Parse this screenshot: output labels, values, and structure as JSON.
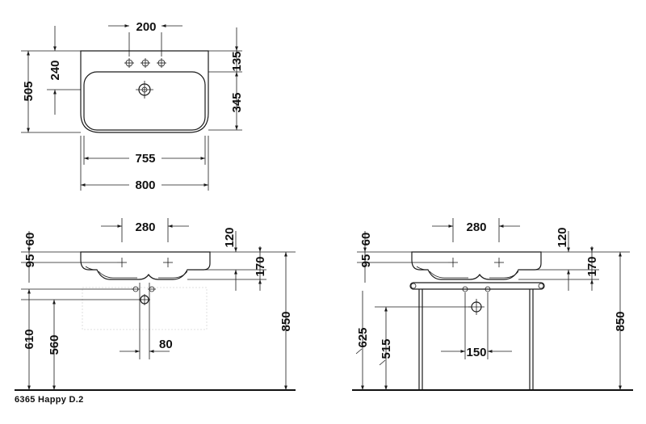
{
  "caption": "6365 Happy D.2",
  "top_view": {
    "faucet_spacing": "200",
    "to_tap_center": "240",
    "total_depth": "505",
    "rear_to_holes": "135",
    "bowl_depth": "345",
    "bowl_width": "755",
    "total_width": "800"
  },
  "front_left": {
    "faucet_spacing": "280",
    "rim_height": "60",
    "top_to_holes": "95",
    "overflow": "120",
    "bowl_height": "170",
    "total_height": "850",
    "drain_height": "610",
    "waste_height": "560",
    "trap_offset": "80"
  },
  "front_right": {
    "faucet_spacing": "280",
    "rim_height": "60",
    "top_to_holes": "95",
    "overflow": "120",
    "bowl_height": "170",
    "total_height": "850",
    "drain_height": "625",
    "waste_height": "515",
    "trap_spacing": "150"
  }
}
